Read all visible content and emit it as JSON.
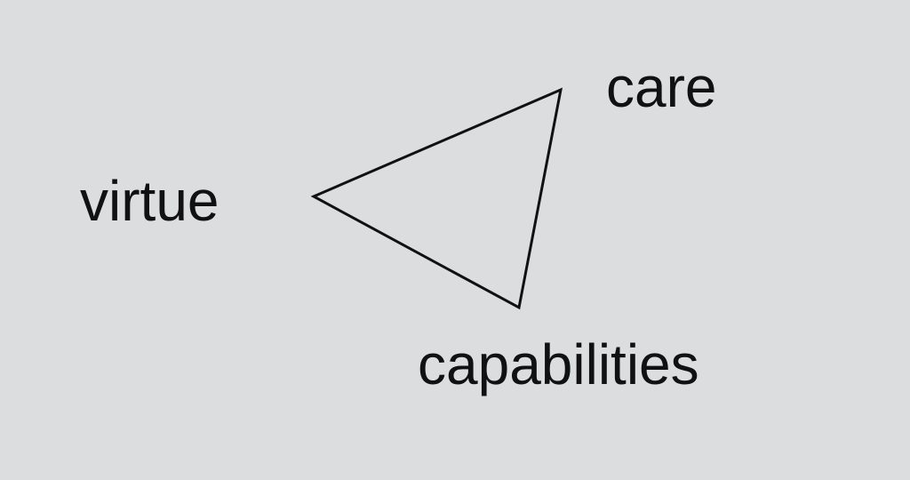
{
  "diagram": {
    "nodes": [
      {
        "id": "care",
        "label": "care"
      },
      {
        "id": "virtue",
        "label": "virtue"
      },
      {
        "id": "capabilities",
        "label": "capabilities"
      }
    ],
    "edges": [
      {
        "from": "virtue",
        "to": "care"
      },
      {
        "from": "care",
        "to": "capabilities"
      },
      {
        "from": "capabilities",
        "to": "virtue"
      }
    ],
    "colors": {
      "background": "#dcdddf",
      "stroke": "#111111",
      "text": "#111111"
    }
  }
}
